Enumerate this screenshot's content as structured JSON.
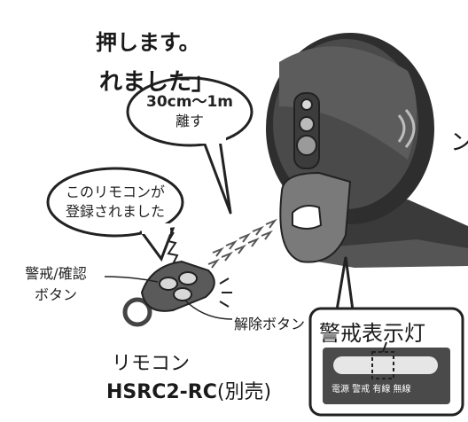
{
  "instructions": {
    "line1": "押します。",
    "line2_emphasis": "れました",
    "line2_bracket": "」",
    "line3": "ン"
  },
  "bubble_distance": {
    "line1": "30cm〜1m",
    "line2": "離す"
  },
  "bubble_registered": {
    "line1": "このリモコンが",
    "line2": "登録されました"
  },
  "labels": {
    "alarm_button_line1": "警戒/確認",
    "alarm_button_line2": "ボタン",
    "release_button": "解除ボタン",
    "alarm_indicator_title": "警戒表示灯",
    "remote_name": "リモコン",
    "remote_model": "HSRC2-RC",
    "remote_sold_separately": "(別売)",
    "indicator_legend": "電源 警戒 有線 無線"
  }
}
